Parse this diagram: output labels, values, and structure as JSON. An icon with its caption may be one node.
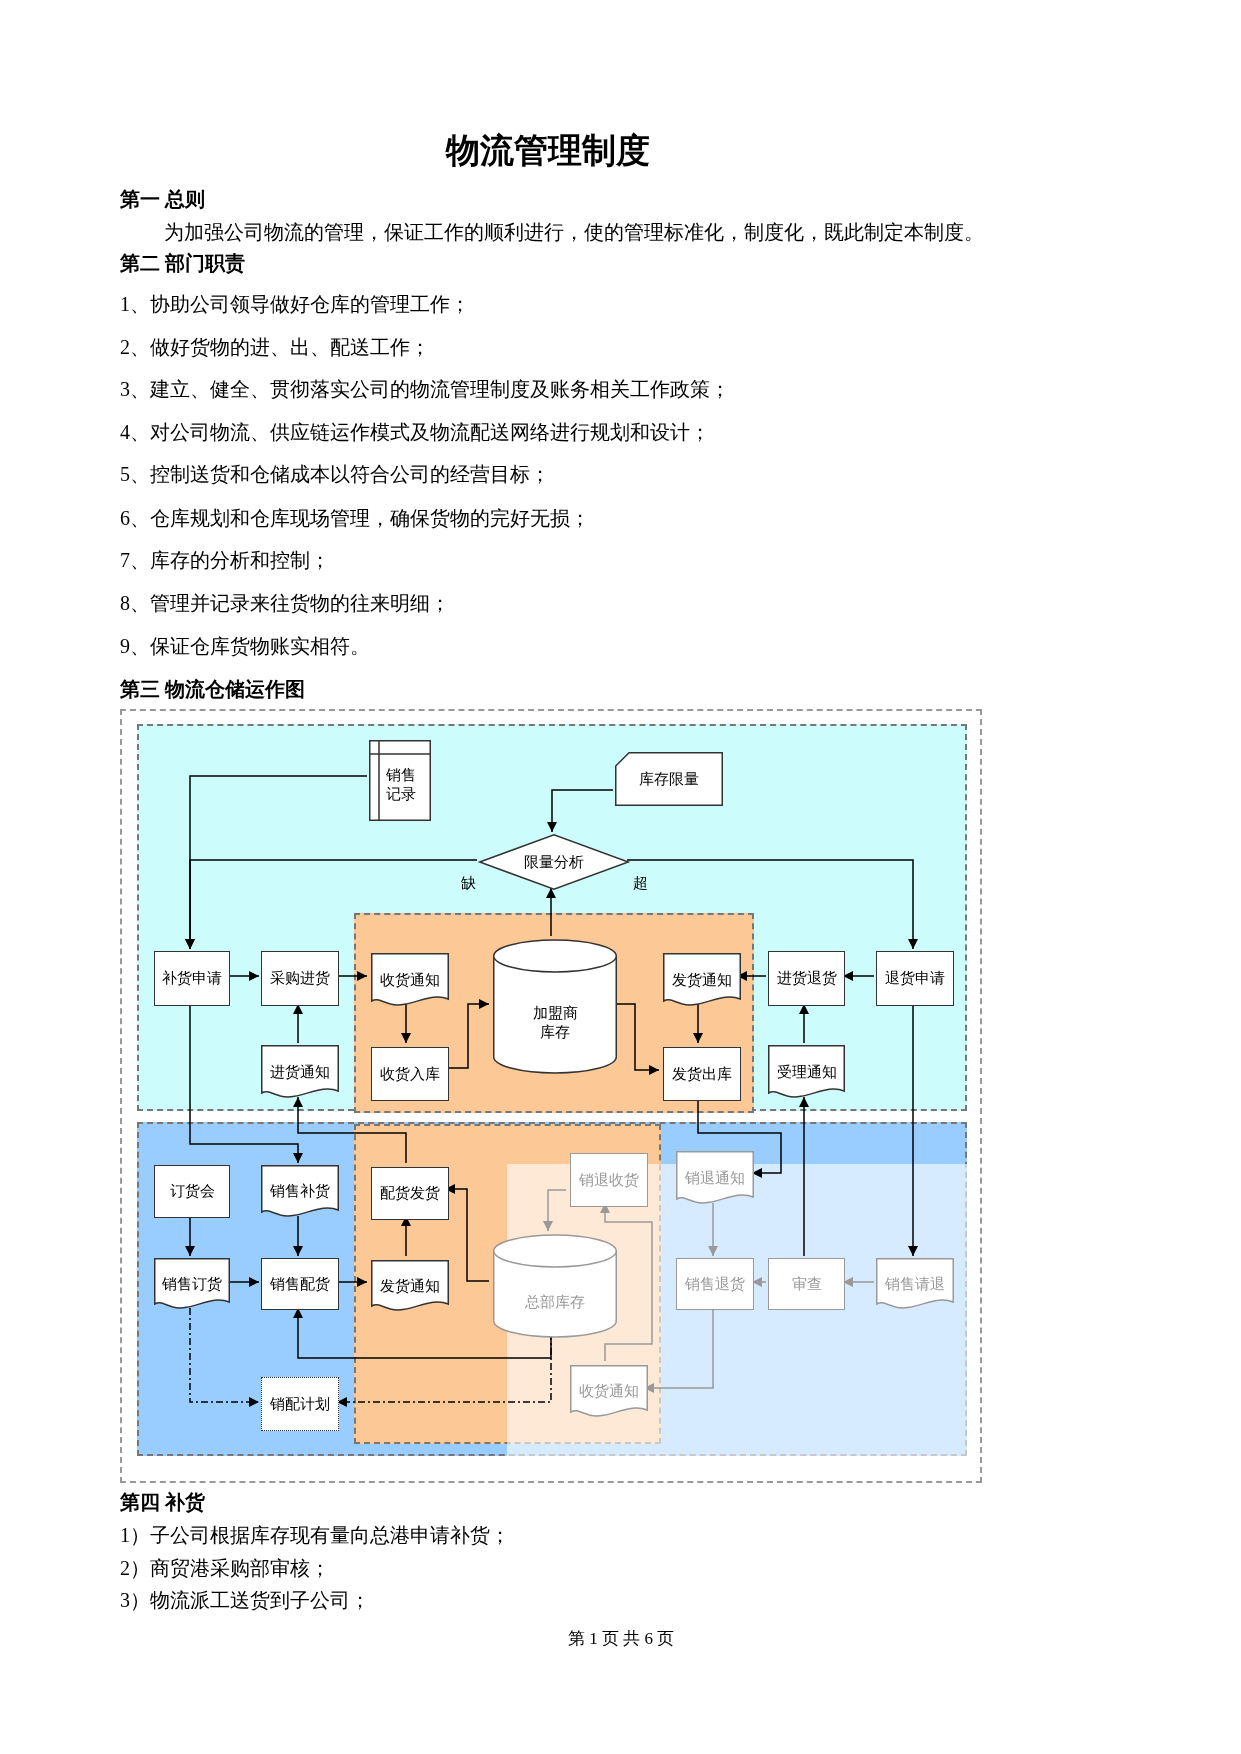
{
  "diagram": {
    "title": "物流管理制度",
    "nodes": [
      {
        "text": [],
        "shape": "box"
      },
      {
        "text": [
          "销售记录"
        ],
        "in": 0
      },
      {
        "text": [
          "库存限量"
        ],
        "in": 0
      },
      {
        "text": [
          "限量分析"
        ],
        "in": 0
      },
      {
        "text": [
          "补货申请"
        ],
        "in": 0
      },
      {
        "text": [
          "采购进货"
        ],
        "in": 0
      },
      {
        "text": [],
        "shape": "box",
        "in": 0
      },
      {
        "text": [
          "收货通知"
        ],
        "in": 6
      },
      {
        "text": [
          "加盟商库存"
        ],
        "in": 6
      },
      {
        "text": [
          "发货通知"
        ],
        "in": 6
      },
      {
        "text": [
          "进货退货"
        ],
        "in": 0
      },
      {
        "text": [
          "退货申请"
        ],
        "in": 0
      },
      {
        "text": [
          "进货通知"
        ],
        "in": 0
      },
      {
        "text": [
          "收货入库"
        ],
        "in": 6
      },
      {
        "text": [
          "发货出库"
        ],
        "in": 6
      },
      {
        "text": [
          "受理通知"
        ],
        "in": 0
      },
      {
        "text": [],
        "shape": "box"
      },
      {
        "text": [
          "订货会"
        ],
        "in": 16
      },
      {
        "text": [
          "销售补货"
        ],
        "in": 16
      },
      {
        "text": [],
        "shape": "box",
        "in": 16
      },
      {
        "text": [
          "配货发货"
        ],
        "in": 19
      },
      {
        "text": [
          "销退收货"
        ],
        "in": 19
      },
      {
        "text": [
          "销退通知"
        ],
        "in": 16
      },
      {
        "text": [
          "销售订货"
        ],
        "in": 16
      },
      {
        "text": [
          "销售配货"
        ],
        "in": 16
      },
      {
        "text": [
          "发货通知"
        ],
        "in": 19
      },
      {
        "text": [
          "总部库存"
        ],
        "in": 19
      },
      {
        "text": [
          "销售退货"
        ],
        "in": 16
      },
      {
        "text": [
          "审查"
        ],
        "in": 16
      },
      {
        "text": [
          "销售请退"
        ],
        "in": 16
      },
      {
        "text": [
          "销配计划"
        ],
        "in": 16
      },
      {
        "text": [
          "收货通知"
        ],
        "in": 19
      }
    ],
    "edges": [
      {
        "from": 1,
        "to": 4,
        "arrow": "to"
      },
      {
        "from": 3,
        "to": 4,
        "arrow": "to",
        "label": "缺"
      },
      {
        "from": 3,
        "to": 11,
        "arrow": "to",
        "label": "超"
      },
      {
        "from": 2,
        "to": 3,
        "arrow": "to"
      },
      {
        "from": 8,
        "to": 3,
        "arrow": "to"
      },
      {
        "from": 4,
        "to": 5,
        "arrow": "to"
      },
      {
        "from": 5,
        "to": 7,
        "arrow": "to"
      },
      {
        "from": 7,
        "to": 13,
        "arrow": "to"
      },
      {
        "from": 13,
        "to": 8,
        "arrow": "to"
      },
      {
        "from": 8,
        "to": 14,
        "arrow": "to"
      },
      {
        "from": 9,
        "to": 14,
        "arrow": "to"
      },
      {
        "from": 10,
        "to": 9,
        "arrow": "to"
      },
      {
        "from": 11,
        "to": 10,
        "arrow": "to"
      },
      {
        "from": 12,
        "to": 5,
        "arrow": "to"
      },
      {
        "from": 15,
        "to": 10,
        "arrow": "to"
      },
      {
        "from": 4,
        "to": 18,
        "arrow": "to"
      },
      {
        "from": 20,
        "to": 12,
        "arrow": "to"
      },
      {
        "from": 14,
        "to": 22,
        "arrow": "to"
      },
      {
        "from": 28,
        "to": 15,
        "arrow": "to"
      },
      {
        "from": 11,
        "to": 29,
        "arrow": "to"
      },
      {
        "from": 17,
        "to": 23,
        "arrow": "to"
      },
      {
        "from": 18,
        "to": 24,
        "arrow": "to"
      },
      {
        "from": 23,
        "to": 24,
        "arrow": "to"
      },
      {
        "from": 24,
        "to": 25,
        "arrow": "to"
      },
      {
        "from": 25,
        "to": 20,
        "arrow": "to"
      },
      {
        "from": 26,
        "to": 20,
        "arrow": "to"
      },
      {
        "from": 21,
        "to": 26,
        "arrow": "to",
        "color": "#999999"
      },
      {
        "from": 31,
        "to": 21,
        "arrow": "to",
        "color": "#999999"
      },
      {
        "from": 26,
        "to": 24,
        "arrow": "to"
      },
      {
        "from": 22,
        "to": 27,
        "arrow": "to",
        "color": "#999999"
      },
      {
        "from": 28,
        "to": 27,
        "arrow": "to",
        "color": "#999999"
      },
      {
        "from": 29,
        "to": 28,
        "arrow": "to",
        "color": "#999999"
      },
      {
        "from": 27,
        "to": 31,
        "arrow": "to",
        "color": "#999999"
      },
      {
        "from": 23,
        "to": 30,
        "arrow": "to",
        "style": "dashed"
      },
      {
        "from": 26,
        "to": 30,
        "arrow": "to",
        "style": "dashed"
      }
    ],
    "labels": [
      "第一 总则",
      "为加强公司物流的管理，保证工作的顺利进行，使的管理标准化，制度化，既此制定本制度。",
      "第二 部门职责",
      "1、协助公司领导做好仓库的管理工作；",
      "2、做好货物的进、出、配送工作；",
      "3、建立、健全、贯彻落实公司的物流管理制度及账务相关工作政策；",
      "4、对公司物流、供应链运作模式及物流配送网络进行规划和设计；",
      "5、控制送货和仓储成本以符合公司的经营目标；",
      "6、仓库规划和仓库现场管理，确保货物的完好无损；",
      "7、库存的分析和控制；",
      "8、管理并记录来往货物的往来明细；",
      "9、保证仓库货物账实相符。",
      "第三 物流仓储运作图",
      "第四 补货",
      "1）子公司根据库存现有量向总港申请补货；",
      "2）商贸港采购部审核；",
      "3）物流派工送货到子公司；",
      "第 1 页 共 6 页"
    ]
  }
}
